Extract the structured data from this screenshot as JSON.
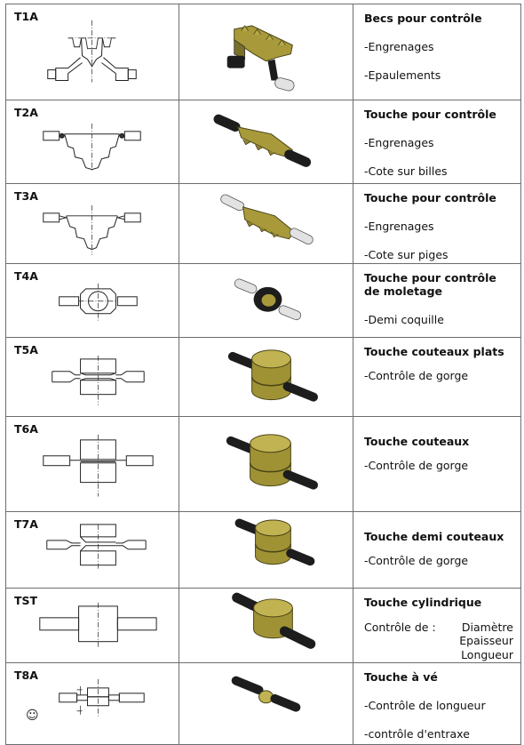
{
  "rows": [
    {
      "code": "T1A",
      "title": "Becs pour contrôle",
      "lines": [
        "-Engrenages",
        "-Epaulements"
      ]
    },
    {
      "code": "T2A",
      "title": "Touche pour contrôle",
      "lines": [
        "-Engrenages",
        "-Cote sur billes"
      ]
    },
    {
      "code": "T3A",
      "title": "Touche pour contrôle",
      "lines": [
        "-Engrenages",
        "-Cote sur piges"
      ]
    },
    {
      "code": "T4A",
      "title": "Touche pour contrôle",
      "title2": "de moletage",
      "lines": [
        "-Demi coquille"
      ]
    },
    {
      "code": "T5A",
      "title": "Touche couteaux plats",
      "lines": [
        "-Contrôle de gorge"
      ]
    },
    {
      "code": "T6A",
      "title": "Touche  couteaux",
      "lines": [
        "-Contrôle de gorge"
      ]
    },
    {
      "code": "T7A",
      "title": "Touche demi couteaux",
      "lines": [
        "-Contrôle de gorge"
      ]
    },
    {
      "code": "TST",
      "title": "Touche cylindrique",
      "control_label": "Contrôle de :",
      "control_items": [
        "Diamètre",
        "Epaisseur",
        "Longueur"
      ]
    },
    {
      "code": "T8A",
      "title": "Touche à vé",
      "lines": [
        "-Contrôle de longueur",
        "-contrôle d'entraxe"
      ],
      "symbol": "☺"
    }
  ]
}
